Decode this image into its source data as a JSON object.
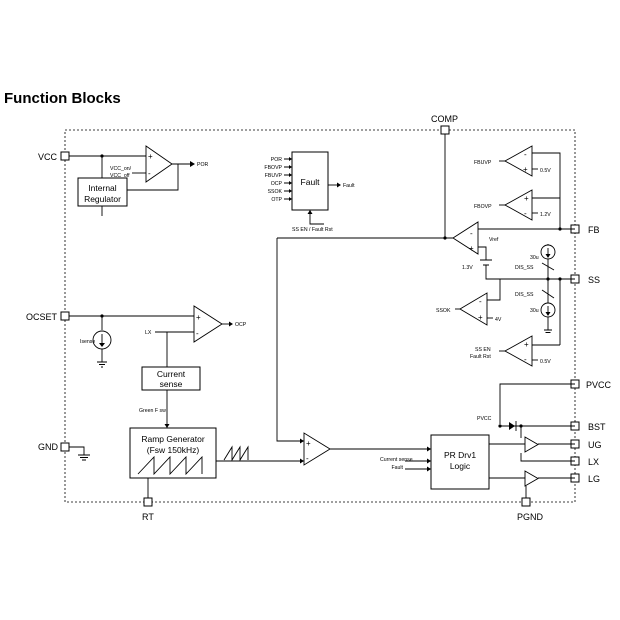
{
  "heading": "Function Blocks",
  "pins": {
    "vcc": "VCC",
    "ocset": "OCSET",
    "gnd": "GND",
    "rt": "RT",
    "comp": "COMP",
    "fb": "FB",
    "ss": "SS",
    "pvcc": "PVCC",
    "bst": "BST",
    "ug": "UG",
    "lx": "LX",
    "lg": "LG",
    "pgnd": "PGND"
  },
  "blocks": {
    "internal_regulator": [
      "Internal",
      "Regulator"
    ],
    "fault": "Fault",
    "current_sense": [
      "Current",
      "sense"
    ],
    "ramp_generator": [
      "Ramp Generator",
      "(Fsw 150kHz)"
    ],
    "pr_logic": [
      "PR Drv1",
      "Logic"
    ]
  },
  "labels": {
    "por": "POR",
    "vcc_on": "VCC_on/",
    "vcc_off": "VCC_off",
    "fault_inputs": [
      "POR",
      "FBOVP",
      "FBUVP",
      "OCP",
      "SSOK",
      "OTP"
    ],
    "fault_out": "Fault",
    "ss_en_fault_rst": "SS EN / Fault Rst",
    "lx": "LX",
    "ocp": "OCP",
    "isense": "Isense",
    "green_fsw": "Green F sw",
    "fbuvp": "FBUVP",
    "fbovp": "FBOVP",
    "v05a": "0.5V",
    "v12": "1.2V",
    "vref": "Vref",
    "v13": "1.3V",
    "i30u_a": "30u",
    "dis_ss_a": "DIS_SS",
    "dis_ss_b": "DIS_SS",
    "i30u_b": "30u",
    "ssok": "SSOK",
    "v4": "4V",
    "ss_en": "SS EN",
    "fault_rst": "Fault Rst",
    "v05b": "0.5V",
    "pvcc_int": "PVCC",
    "current_sense_in": "Current sense",
    "fault_in": "Fault"
  }
}
